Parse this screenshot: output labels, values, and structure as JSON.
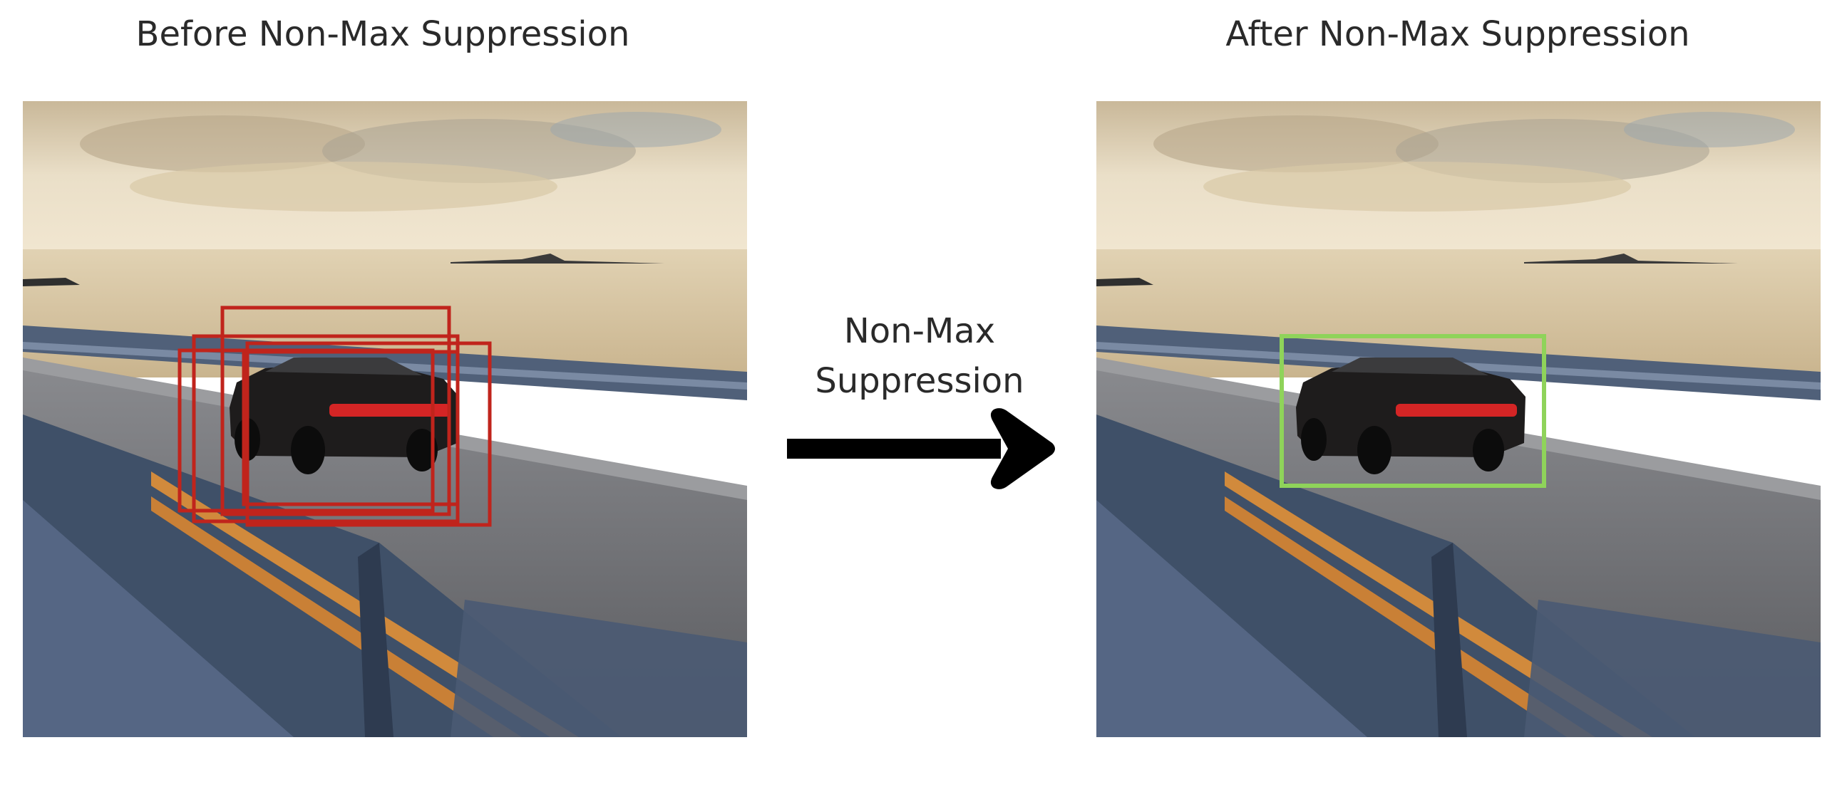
{
  "panels": {
    "before": {
      "title": "Before Non-Max Suppression",
      "box_color": "#c0241c",
      "box_count": 5
    },
    "after": {
      "title": "After Non-Max Suppression",
      "box_color": "#8fd35a",
      "box_count": 1
    }
  },
  "transition": {
    "label_line1": "Non-Max",
    "label_line2": "Suppression",
    "arrow_color": "#000000"
  },
  "scene": {
    "subject": "car-on-bridge-photo",
    "sky_color": "#e8dcc4",
    "sea_color": "#d8c7a4",
    "road_color": "#6e6f73",
    "rail_color": "#4d5d74"
  }
}
